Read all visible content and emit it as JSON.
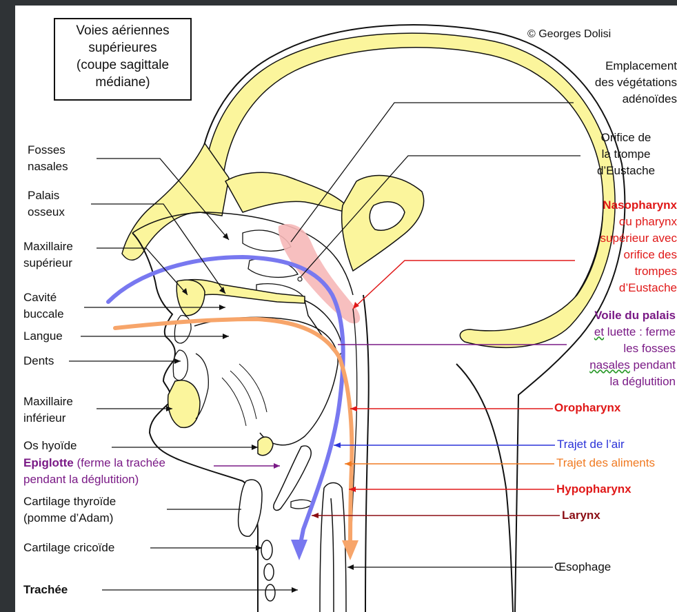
{
  "title_lines": [
    "Voies aériennes",
    "supérieures",
    "(coupe sagittale",
    "médiane)"
  ],
  "copyright": "© Georges Dolisi",
  "left_labels": {
    "fosses_nasales": [
      "Fosses",
      "nasales"
    ],
    "palais_osseux": [
      "Palais",
      "osseux"
    ],
    "maxillaire_superieur": [
      "Maxillaire",
      "supérieur"
    ],
    "cavite_buccale": [
      "Cavité",
      "buccale"
    ],
    "langue": "Langue",
    "dents": "Dents",
    "maxillaire_inferieur": [
      "Maxillaire",
      "inférieur"
    ],
    "os_hyoide": "Os hyoïde",
    "epiglotte_name": "Epiglotte",
    "epiglotte_note_1": " (ferme la trachée",
    "epiglotte_note_2": "pendant la déglutition)",
    "cartilage_thyroide": [
      "Cartilage thyroïde",
      "(pomme d’Adam)"
    ],
    "cartilage_cricoide": "Cartilage cricoïde",
    "trachee": "Trachée"
  },
  "right_labels": {
    "vegetations": [
      "Emplacement",
      "des végétations",
      "adénoïdes"
    ],
    "trompe": [
      "Orifice de",
      "la trompe",
      "d’Eustache"
    ],
    "nasopharynx_title": "Nasopharynx",
    "nasopharynx_note": [
      "ou pharynx",
      "supérieur avec",
      "orifice des",
      "trompes",
      "d’Eustache"
    ],
    "voile_title": "Voile du palais",
    "voile_note_1_a": "et",
    "voile_note_1_b": " luette : ferme",
    "voile_note_2": "les fosses",
    "voile_note_3_a": "nasales",
    "voile_note_3_b": " pendant",
    "voile_note_4": "la déglutition",
    "oropharynx": "Oropharynx",
    "trajet_air": "Trajet de l’air",
    "trajet_aliments": "Trajet des aliments",
    "hypopharynx": "Hypopharynx",
    "larynx": "Larynx",
    "oesophage": "Œsophage"
  },
  "colors": {
    "bone": "#fbf59c",
    "nasopharynx_pink": "#f6b8b8",
    "air_path": "#7878f0",
    "food_path": "#f7a56a",
    "red": "#e01818",
    "purple": "#7a1a86",
    "blue": "#2a32d8",
    "orange": "#f07a22",
    "maroon": "#8b0d14"
  }
}
